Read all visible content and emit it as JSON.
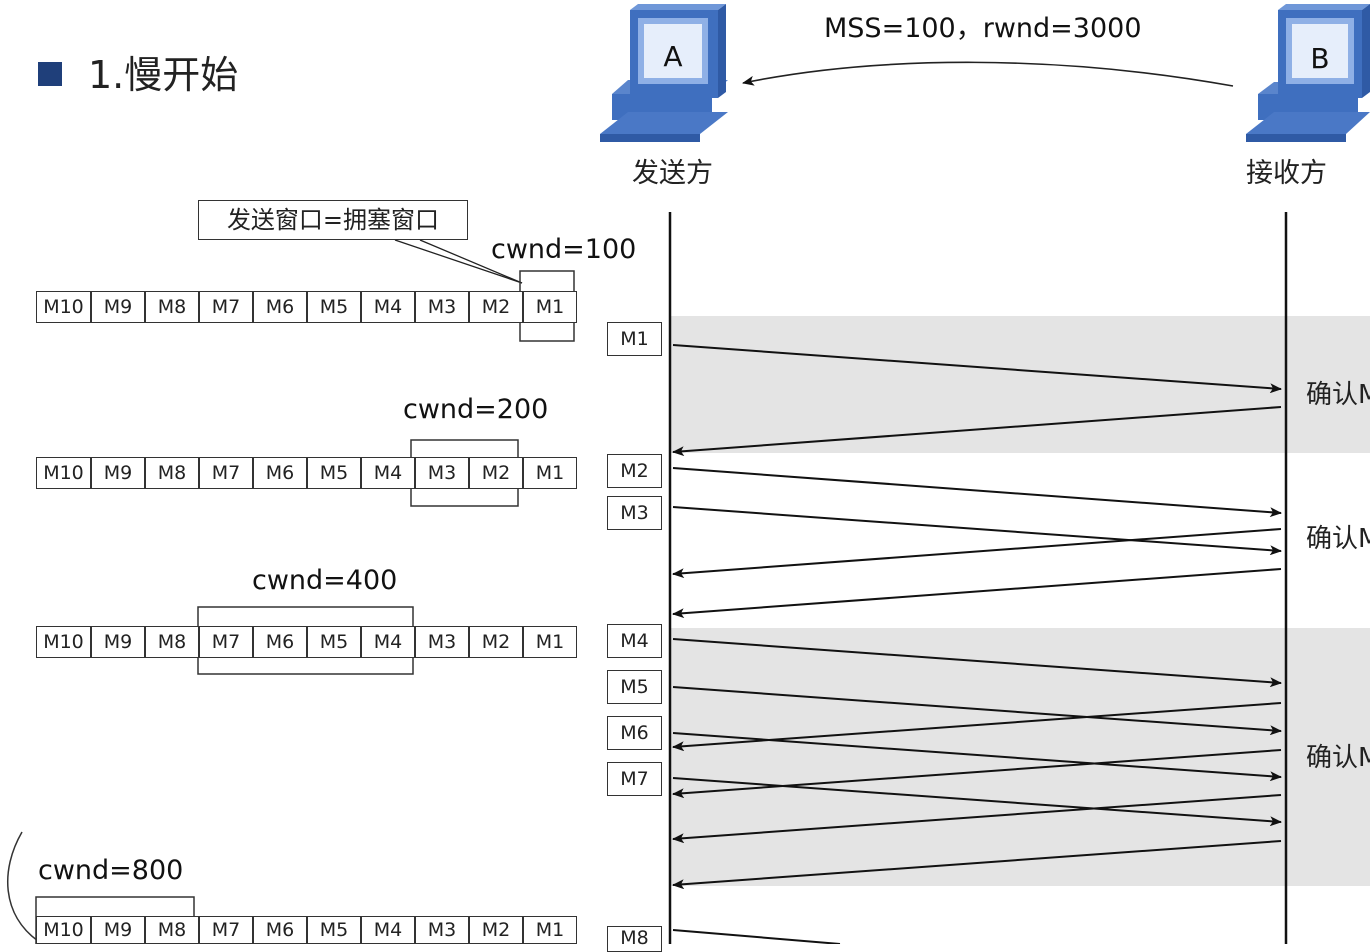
{
  "title": "1.慢开始",
  "note": "发送窗口=拥塞窗口",
  "header": "MSS=100，rwnd=3000",
  "sender": {
    "letter": "A",
    "label": "发送方"
  },
  "receiver": {
    "letter": "B",
    "label": "接收方"
  },
  "segments": [
    "M10",
    "M9",
    "M8",
    "M7",
    "M6",
    "M5",
    "M4",
    "M3",
    "M2",
    "M1"
  ],
  "rows": [
    {
      "cwnd_label": "cwnd=100",
      "window": [
        "M1"
      ]
    },
    {
      "cwnd_label": "cwnd=200",
      "window": [
        "M3",
        "M2"
      ]
    },
    {
      "cwnd_label": "cwnd=400",
      "window": [
        "M7",
        "M6",
        "M5",
        "M4"
      ]
    },
    {
      "cwnd_label": "cwnd=800",
      "window": [
        "M8",
        "M9",
        "M10"
      ]
    }
  ],
  "messages": [
    "M1",
    "M2",
    "M3",
    "M4",
    "M5",
    "M6",
    "M7",
    "M8"
  ],
  "acks": [
    "确认M",
    "确认M",
    "确认M"
  ],
  "colors": {
    "band": "#e4e4e4",
    "square": "#1f3f7a",
    "computer_blue": "#3f6fbf"
  }
}
